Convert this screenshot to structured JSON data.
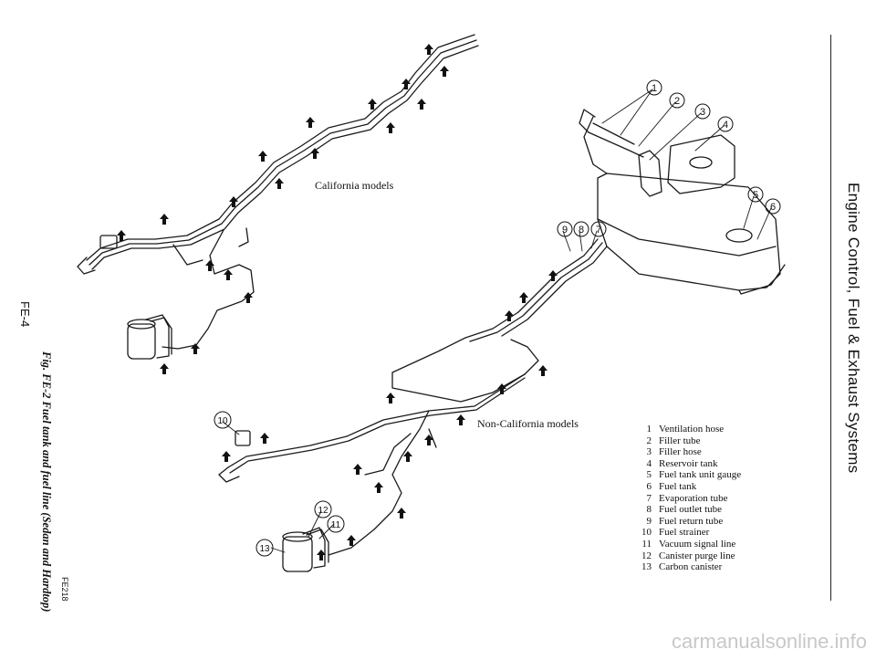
{
  "page": {
    "section_header": "Engine Control, Fuel & Exhaust Systems",
    "page_number": "FE-4",
    "figure_caption": "Fig. FE-2 Fuel tank and fuel line (Sedan and Hardtop)",
    "figure_code": "FE218",
    "watermark": "carmanualsonline.info"
  },
  "diagram": {
    "label_california": "California models",
    "label_non_california": "Non-California models",
    "callouts": [
      "1",
      "2",
      "3",
      "4",
      "5",
      "6",
      "7",
      "8",
      "9",
      "10",
      "11",
      "12",
      "13"
    ]
  },
  "legend": {
    "items": [
      {
        "num": "1",
        "text": "Ventilation hose"
      },
      {
        "num": "2",
        "text": "Filler tube"
      },
      {
        "num": "3",
        "text": "Filler hose"
      },
      {
        "num": "4",
        "text": "Reservoir tank"
      },
      {
        "num": "5",
        "text": "Fuel tank unit gauge"
      },
      {
        "num": "6",
        "text": "Fuel tank"
      },
      {
        "num": "7",
        "text": "Evaporation tube"
      },
      {
        "num": "8",
        "text": "Fuel outlet tube"
      },
      {
        "num": "9",
        "text": "Fuel return tube"
      },
      {
        "num": "10",
        "text": "Fuel strainer"
      },
      {
        "num": "11",
        "text": "Vacuum signal line"
      },
      {
        "num": "12",
        "text": "Canister purge line"
      },
      {
        "num": "13",
        "text": "Carbon canister"
      }
    ]
  }
}
